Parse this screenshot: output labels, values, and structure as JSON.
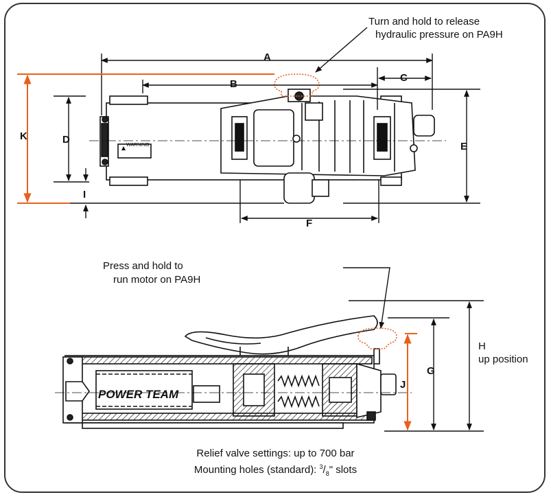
{
  "callouts": {
    "release_line1": "Turn and hold to release",
    "release_line2": "hydraulic pressure on PA9H",
    "motor_line1": "Press and hold to",
    "motor_line2": "run motor on PA9H"
  },
  "dimensions": {
    "A": "A",
    "B": "B",
    "C": "C",
    "D": "D",
    "E": "E",
    "F": "F",
    "G": "G",
    "H": "H",
    "H_sub": "up position",
    "I": "I",
    "J": "J",
    "K": "K"
  },
  "labels": {
    "warning": "WARNING",
    "brand": "POWER TEAM"
  },
  "footer": {
    "relief": "Relief valve settings: up to 700 bar",
    "mounting_prefix": "Mounting holes (standard): ",
    "mounting_num": "3",
    "mounting_sep": "/",
    "mounting_den": "8",
    "mounting_suffix": "\" slots"
  },
  "colors": {
    "accent_orange": "#e8601c",
    "line": "#111111"
  }
}
